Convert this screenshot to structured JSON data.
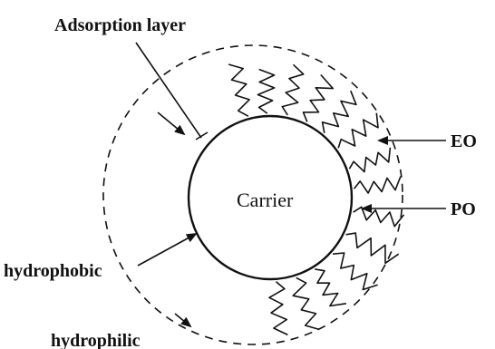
{
  "labels": {
    "adsorption_layer": "Adsorption layer",
    "carrier": "Carrier",
    "eo": "EO",
    "po": "PO",
    "hydrophobic": "hydrophobic",
    "hydrophilic": "hydrophilic"
  },
  "colors": {
    "ink": "#111111",
    "background": "#ffffff"
  }
}
